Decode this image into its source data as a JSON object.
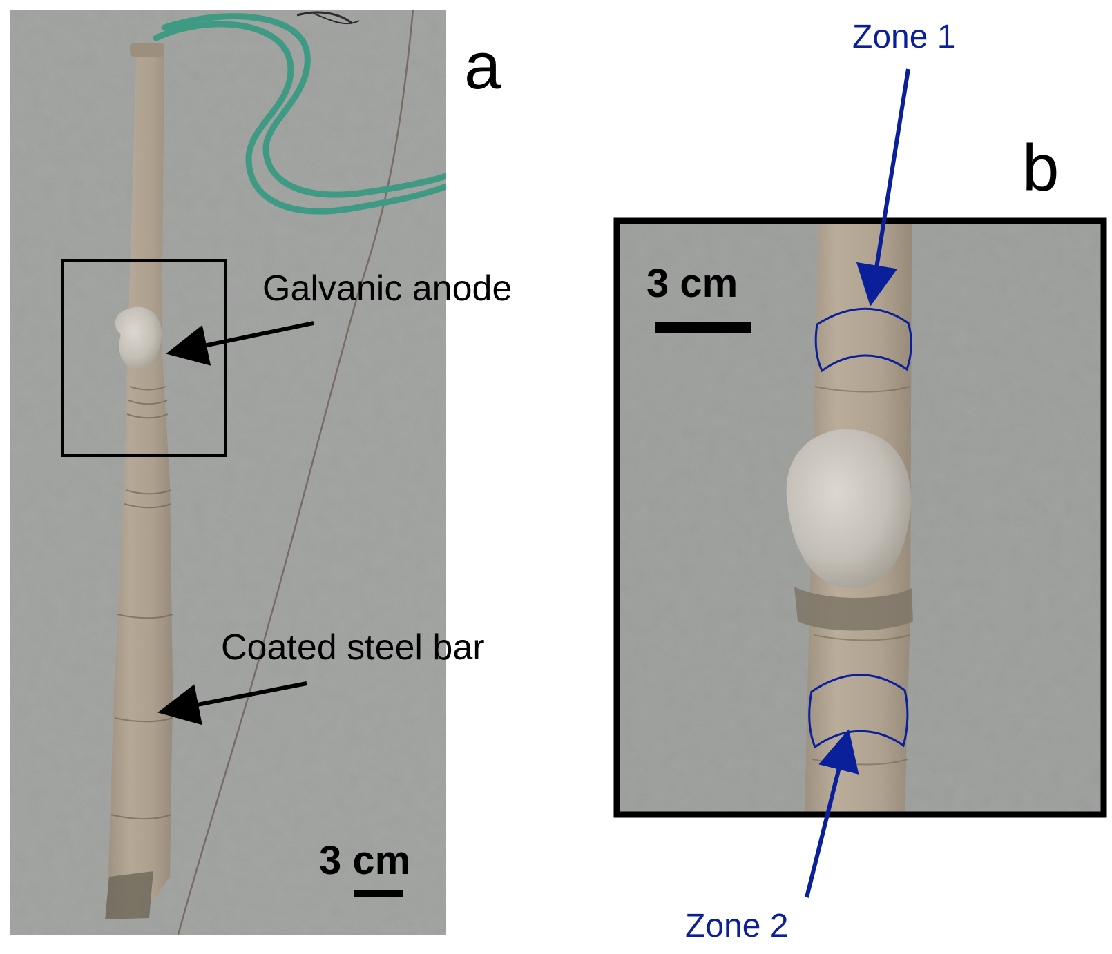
{
  "panels": {
    "a": {
      "letter": "a",
      "callouts": {
        "anode": "Galvanic anode",
        "bar": "Coated steel bar"
      },
      "scale_bar": "3 cm"
    },
    "b": {
      "letter": "b",
      "scale_bar": "3 cm",
      "zones": {
        "zone1": "Zone 1",
        "zone2": "Zone 2"
      }
    }
  },
  "colors": {
    "concrete_floor": "#a6a8a6",
    "steel_bar": "#b3a594",
    "anode": "#c7c3bb",
    "rope": "#3f9a83",
    "annotation": "#000000",
    "zone_outline": "#0a1f9a"
  }
}
